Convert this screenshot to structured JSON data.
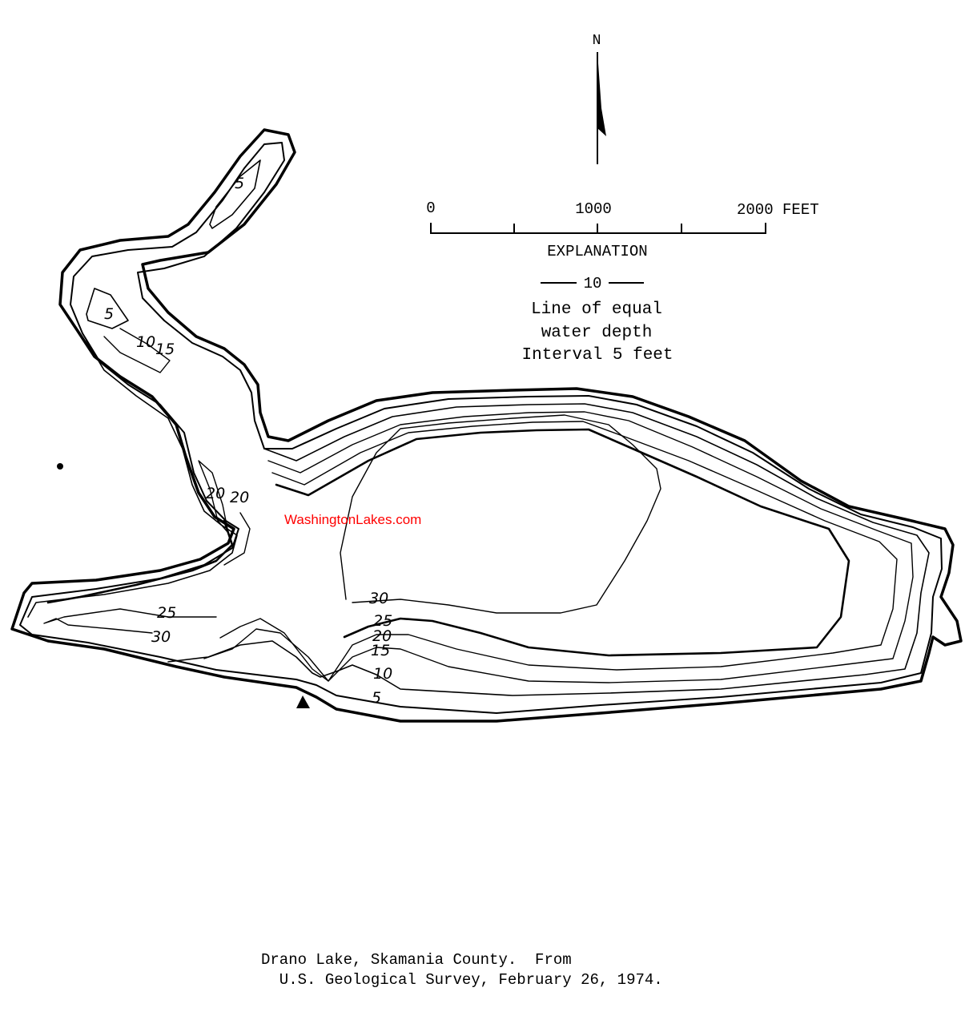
{
  "north_label": "N",
  "scale": {
    "ticks": [
      "0",
      "1000",
      "2000 FEET"
    ]
  },
  "explanation": {
    "title": "EXPLANATION",
    "symbol_value": "10",
    "lines": [
      "Line of equal",
      "water depth",
      "Interval 5 feet"
    ]
  },
  "watermark": "WashingtonLakes.com",
  "contour_labels": [
    "5",
    "5",
    "10",
    "15",
    "20",
    "20",
    "25",
    "30",
    "30",
    "25",
    "20",
    "15",
    "10",
    "5"
  ],
  "caption": {
    "line1": "Drano Lake, Skamania County.  From",
    "line2": "  U.S. Geological Survey, February 26, 1974."
  },
  "colors": {
    "ink": "#000000",
    "watermark": "#ff0000"
  }
}
